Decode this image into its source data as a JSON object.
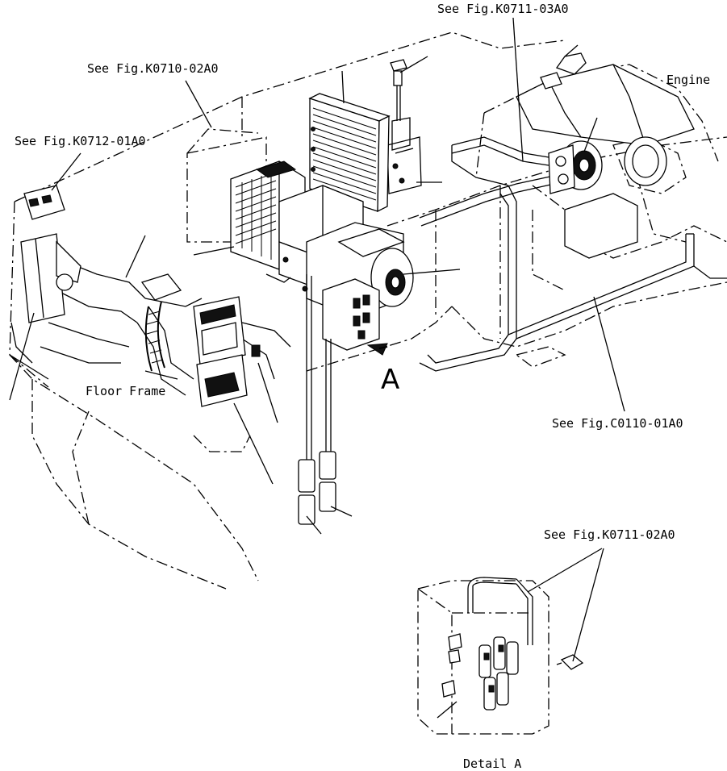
{
  "labels": {
    "ref_k0711_03a0": "See Fig.K0711-03A0",
    "ref_k0710_02a0": "See Fig.K0710-02A0",
    "ref_k0712_01a0": "See Fig.K0712-01A0",
    "engine": "Engine",
    "floor_frame": "Floor Frame",
    "arrow_a": "A",
    "ref_c0110_01a0": "See Fig.C0110-01A0",
    "ref_k0711_02a0": "See Fig.K0711-02A0",
    "detail_a": "Detail A"
  }
}
